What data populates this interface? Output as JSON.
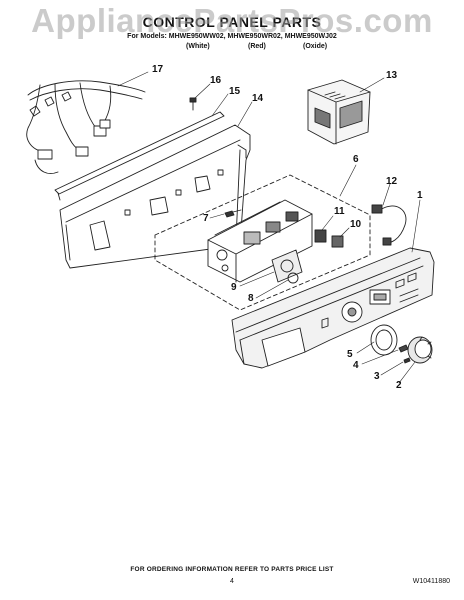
{
  "watermark": "AppliancePartsPros.com",
  "header": {
    "title": "CONTROL PANEL PARTS",
    "models": "For Models: MHWE950WW02, MHWE950WR02, MHWE950WJ02",
    "colors": [
      "(White)",
      "(Red)",
      "(Oxide)"
    ]
  },
  "callouts": [
    "17",
    "16",
    "15",
    "14",
    "13",
    "6",
    "12",
    "1",
    "11",
    "10",
    "7",
    "9",
    "8",
    "5",
    "4",
    "3",
    "2"
  ],
  "footer": {
    "ordering_info": "FOR ORDERING INFORMATION REFER TO PARTS PRICE LIST",
    "page_number": "4",
    "document_number": "W10411880"
  },
  "colors": {
    "ink": "#222222",
    "panel_fill": "#f2f2f2",
    "dark_part": "#555555",
    "watermark": "#a0a0a0"
  }
}
